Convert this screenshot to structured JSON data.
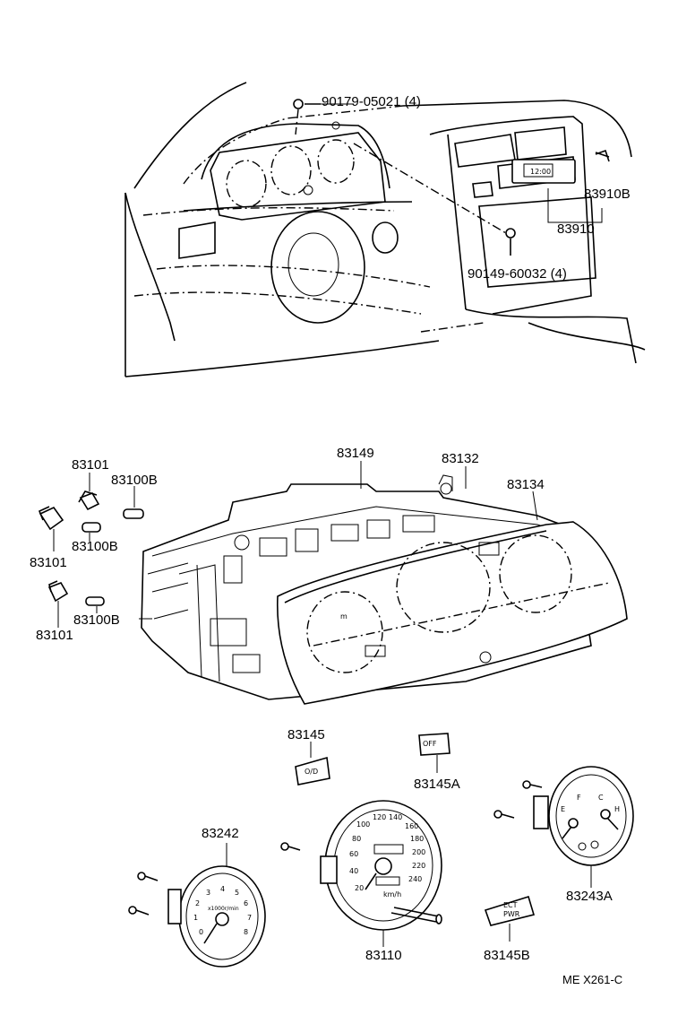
{
  "callouts": {
    "bolt_top": "90179-05021 (4)",
    "screw_right": "90149-60032 (4)",
    "clock_assy": "83910",
    "clock_sub": "83910B",
    "housing": "83149",
    "bracket": "83132",
    "glass": "83134",
    "socket_a": "83101",
    "socket_b": "83101",
    "socket_c": "83101",
    "bulb_a": "83100B",
    "bulb_b": "83100B",
    "bulb_c": "83100B",
    "plate_a": "83145",
    "plate_b": "83145A",
    "plate_c": "83145B",
    "tacho": "83242",
    "speedo": "83110",
    "fuel_temp": "83243A"
  },
  "plate_text": {
    "plate_a": "O/D",
    "plate_b": "OFF",
    "plate_c_line1": "ECT",
    "plate_c_line2": "PWR"
  },
  "speedo_dial": {
    "ticks": [
      "20",
      "40",
      "60",
      "80",
      "100",
      "120",
      "140",
      "160",
      "180",
      "200",
      "220",
      "240"
    ],
    "unit": "km/h"
  },
  "tacho_dial": {
    "ticks": [
      "0",
      "1",
      "2",
      "3",
      "4",
      "5",
      "6",
      "7",
      "8"
    ],
    "unit": "x1000r/min"
  },
  "fuel_dial": {
    "labels": [
      "E",
      "F",
      "C",
      "H"
    ]
  },
  "footer_code": "ME X261-C"
}
